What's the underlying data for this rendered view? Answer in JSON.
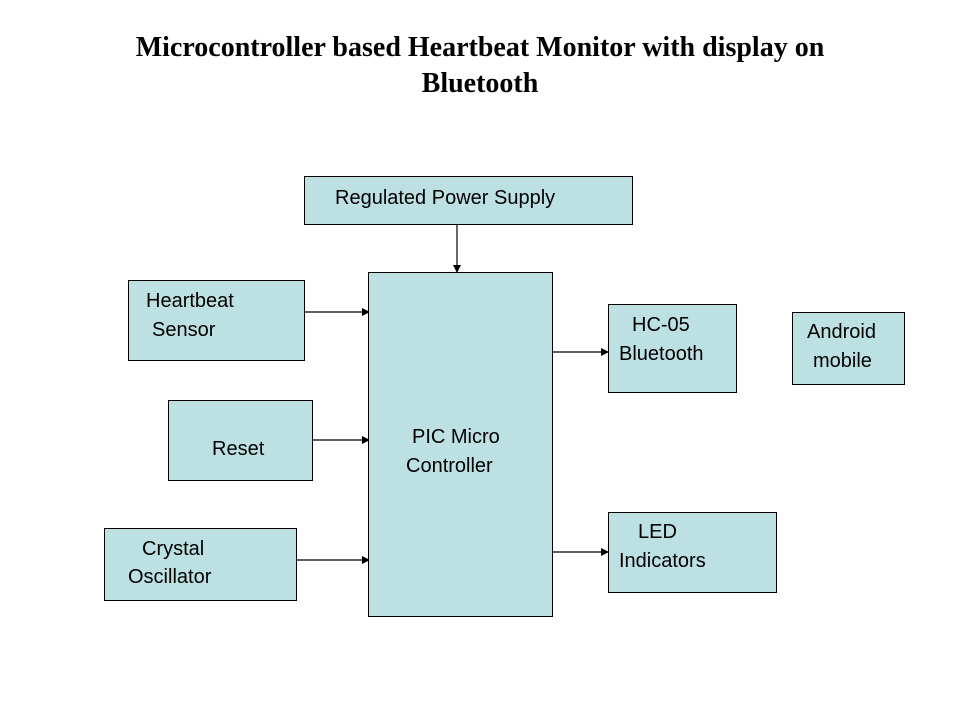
{
  "title": {
    "line1": "Microcontroller based Heartbeat Monitor with display on",
    "line2": "Bluetooth"
  },
  "blocks": {
    "power_supply": "Regulated Power Supply",
    "heartbeat_sensor": [
      "Heartbeat",
      "Sensor"
    ],
    "reset": "Reset",
    "crystal_oscillator": [
      "Crystal",
      "Oscillator"
    ],
    "microcontroller": [
      "PIC Micro",
      "Controller"
    ],
    "bluetooth": [
      "HC-05",
      "Bluetooth"
    ],
    "led": [
      "LED",
      "Indicators"
    ],
    "android": [
      "Android",
      "mobile"
    ]
  },
  "colors": {
    "block_fill": "#bde0e3",
    "line": "#000000"
  }
}
